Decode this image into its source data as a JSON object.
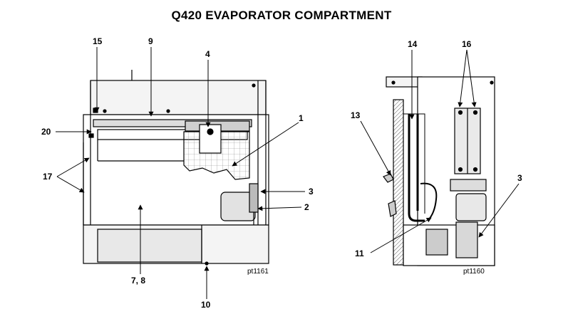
{
  "title": "Q420 EVAPORATOR COMPARTMENT",
  "left_view": {
    "ref": "pt1161",
    "callouts": [
      "15",
      "9",
      "4",
      "1",
      "20",
      "17",
      "3",
      "2",
      "7, 8",
      "10"
    ]
  },
  "right_view": {
    "ref": "pt1160",
    "callouts": [
      "14",
      "16",
      "13",
      "3",
      "11"
    ]
  }
}
